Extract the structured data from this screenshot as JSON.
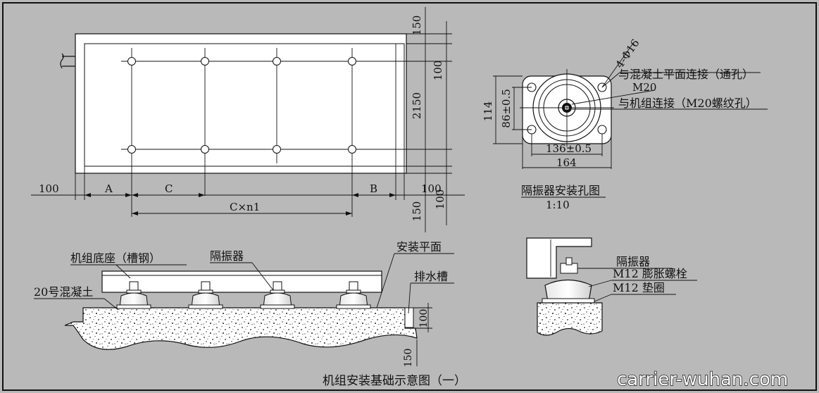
{
  "plan_view": {
    "dim_150_top": "150",
    "dim_100_right": "100",
    "dim_2150": "2150",
    "dim_100_bottom_right": "100",
    "dim_150_bottom": "150",
    "dim_100_left": "100",
    "dim_100_mid": "100",
    "dim_A": "A",
    "dim_C": "C",
    "dim_B": "B",
    "dim_Cxn1": "C×n1"
  },
  "hole_detail": {
    "label_4phi16": "4-Φ16",
    "label_concrete_conn": "与混凝土平面连接（通孔）",
    "label_M20": "M20",
    "label_unit_conn": "与机组连接（M20螺纹孔）",
    "dim_114": "114",
    "dim_86": "86±0.5",
    "dim_136": "136±0.5",
    "dim_164": "164",
    "title": "隔振器安装孔图",
    "scale": "1:10"
  },
  "section_view": {
    "label_base": "机组底座（槽钢）",
    "label_isolator": "隔振器",
    "label_install_plane": "安装平面",
    "label_drain": "排水槽",
    "label_concrete": "20号混凝土",
    "dim_100": "100",
    "dim_150": "150"
  },
  "bolt_detail": {
    "label_isolator": "隔振器",
    "label_bolt": "M12 膨胀螺栓",
    "label_washer": "M12 垫圈"
  },
  "caption": "机组安装基础示意图（一）",
  "watermark": "carrier-wuhan.com"
}
